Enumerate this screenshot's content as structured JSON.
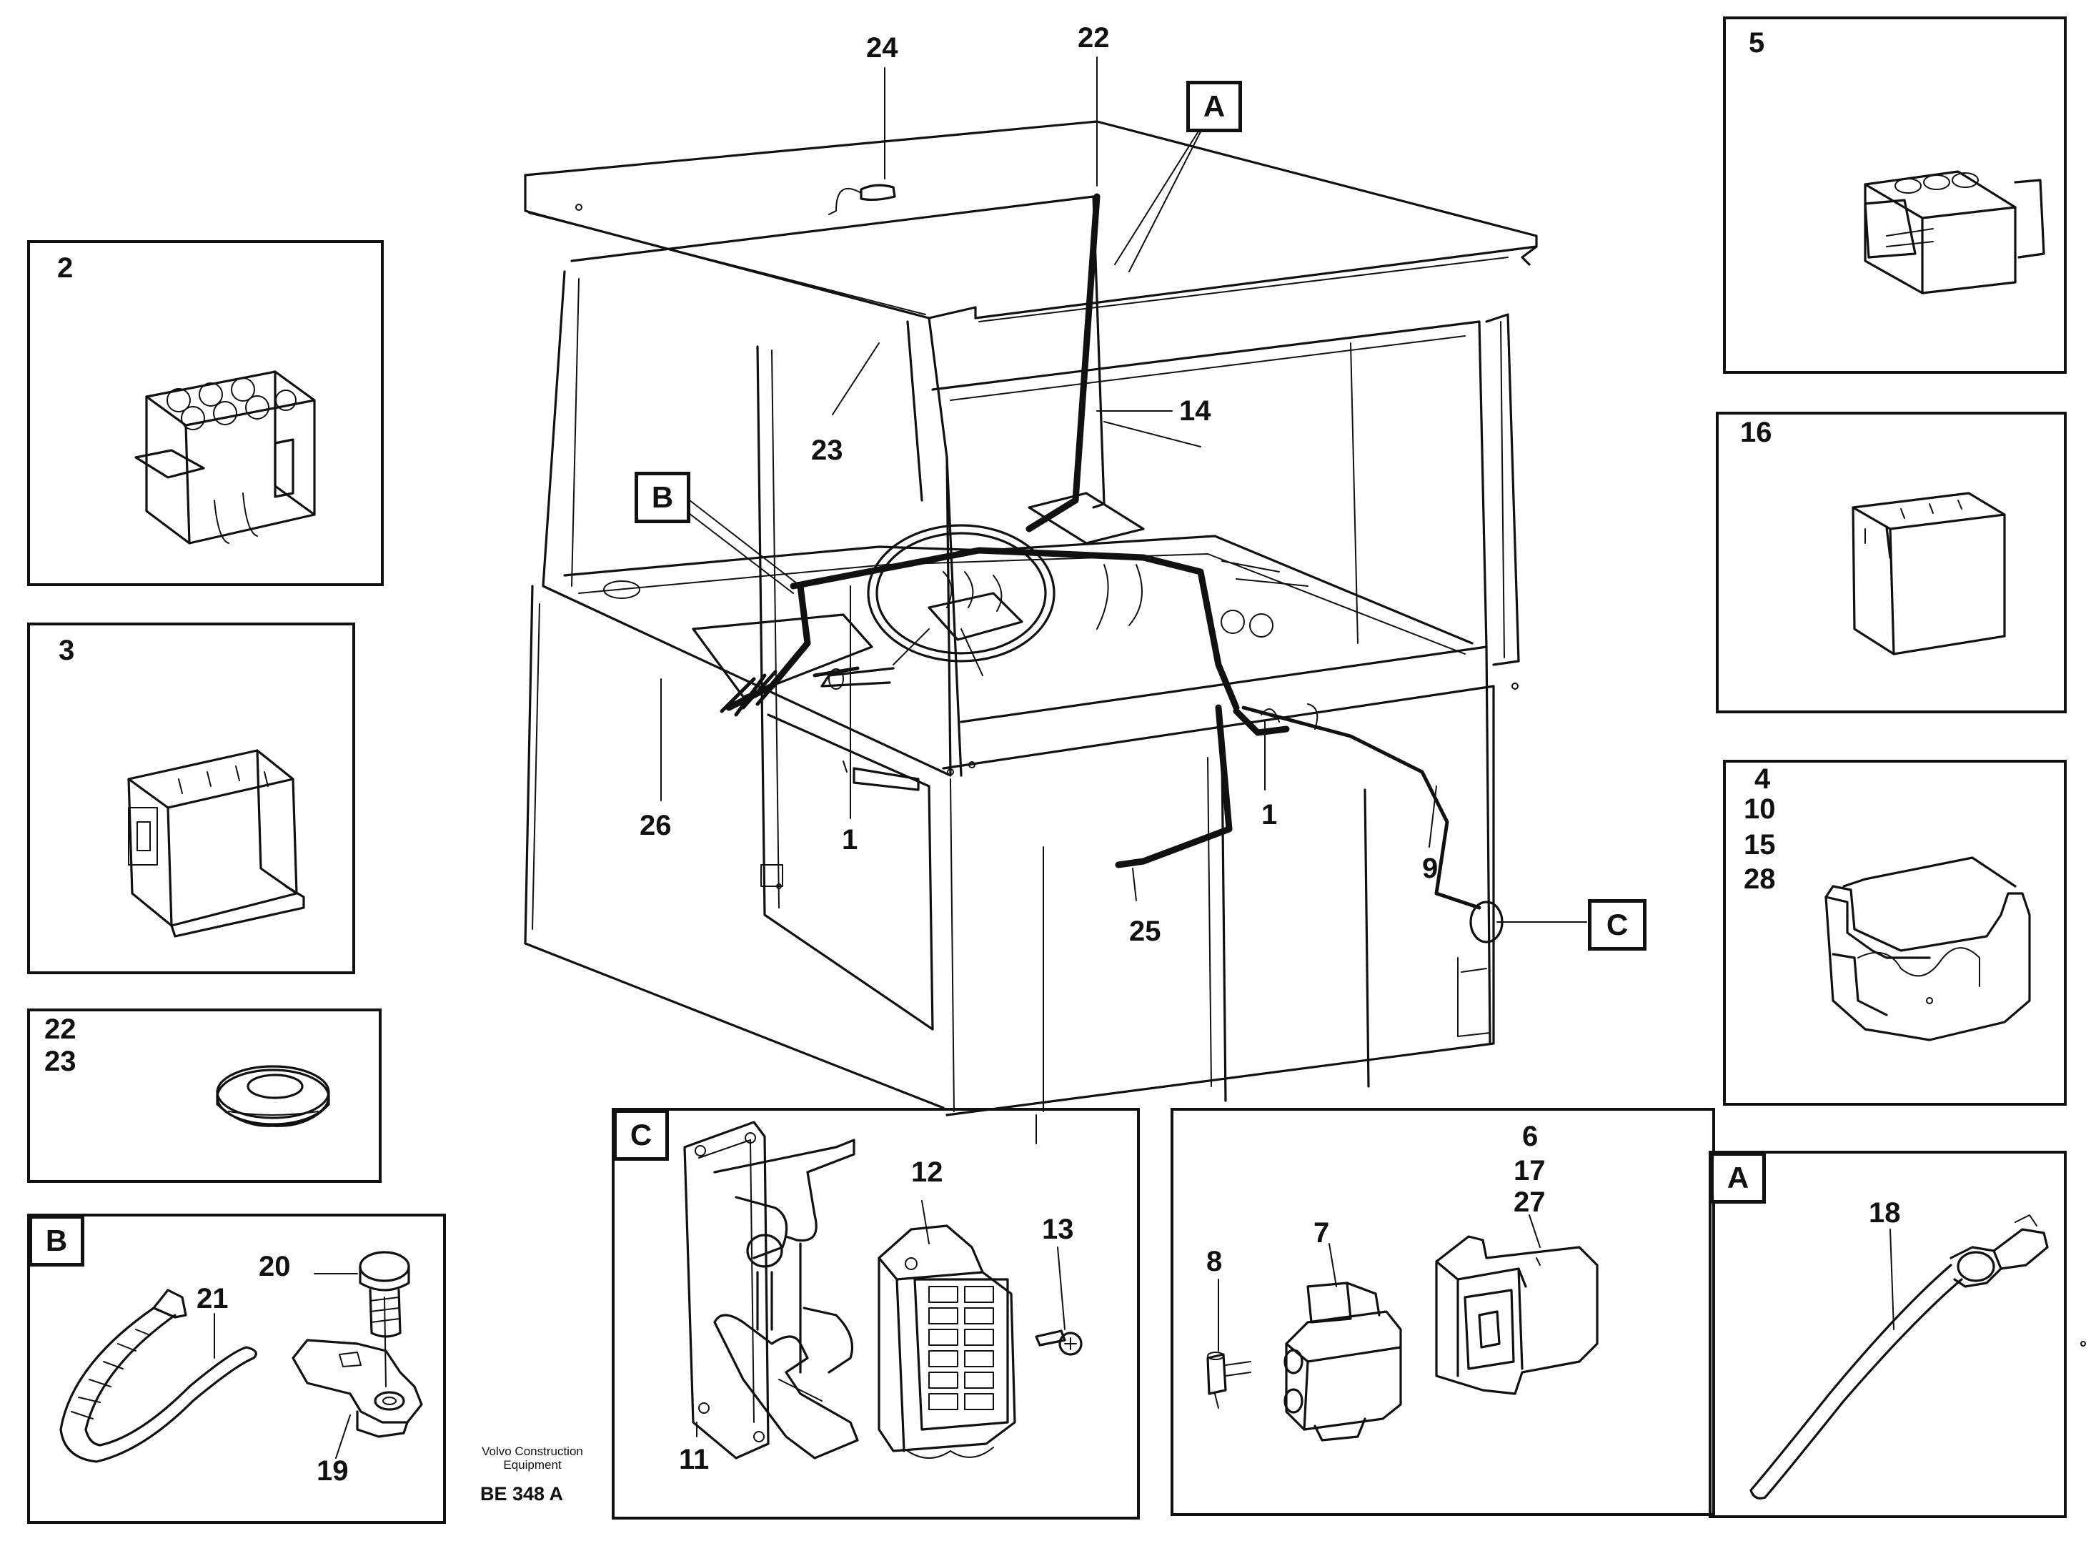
{
  "callouts": {
    "c24": "24",
    "c22": "22",
    "c23": "23",
    "c14": "14",
    "c1a": "1",
    "c1b": "1",
    "c26": "26",
    "c25": "25",
    "c9": "9"
  },
  "tags": {
    "main_a": "A",
    "main_b": "B",
    "main_c": "C"
  },
  "insets": {
    "i2": "2",
    "i3": "3",
    "i22": "22",
    "i23": "23",
    "i5": "5",
    "i16": "16",
    "i4": "4",
    "i10": "10",
    "i15": "15",
    "i28": "28"
  },
  "detail_b": {
    "tag": "B",
    "n20": "20",
    "n21": "21",
    "n19": "19"
  },
  "detail_c": {
    "tag": "C",
    "n11": "11",
    "n12": "12",
    "n13": "13"
  },
  "detail_conn": {
    "n6": "6",
    "n17": "17",
    "n27": "27",
    "n7": "7",
    "n8": "8"
  },
  "detail_a": {
    "tag": "A",
    "n18": "18"
  },
  "footer": {
    "maker_line1": "Volvo Construction",
    "maker_line2": "Equipment",
    "drawing_code": "BE 348 A"
  }
}
